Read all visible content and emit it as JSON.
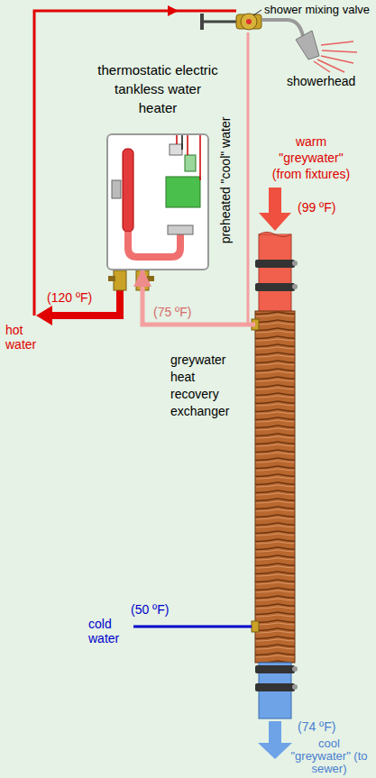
{
  "diagram": {
    "nodes": [
      {
        "text": [
          "thermostatic electric tankless water heater"
        ]
      },
      {
        "text": [
          "greywater heat recovery exchanger"
        ]
      }
    ],
    "edges": [
      {
        "from": 1,
        "to": 0,
        "arrow": "to",
        "label": "(75 ºF)"
      }
    ],
    "labels": [
      "shower mixing valve",
      "showerhead",
      "preheated \"cool\" water",
      "warm \"greywater\" (from fixtures)",
      "(99 ºF)",
      "(120 ºF)",
      "hot water",
      "cold water",
      "(50 ºF)",
      "(74 ºF)",
      "cool \"greywater\" (to sewer)"
    ]
  }
}
